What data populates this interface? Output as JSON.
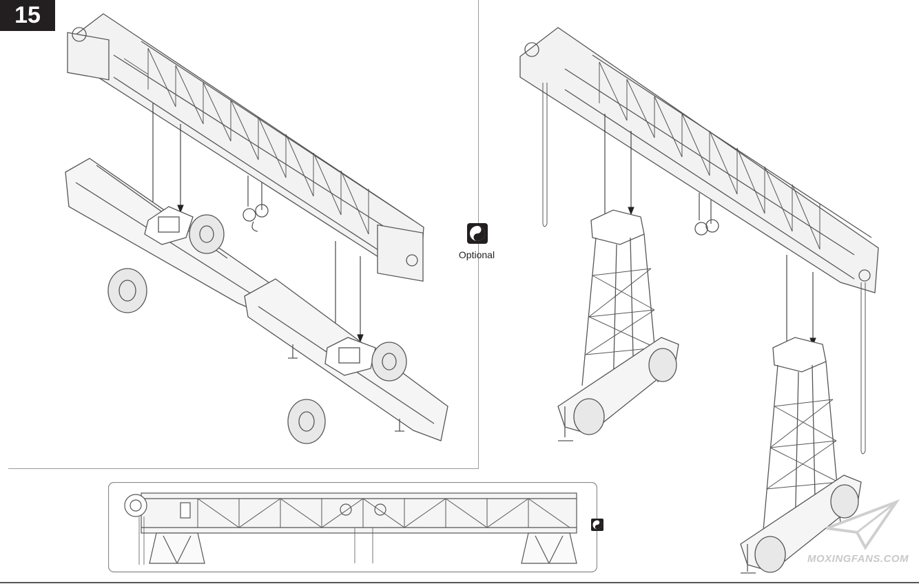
{
  "step": {
    "number": "15"
  },
  "optional": {
    "label": "Optional"
  },
  "watermark": {
    "text": "MOXINGFANS.COM"
  },
  "icons": [
    "optional-symbol-icon",
    "paper-plane-logo-icon"
  ],
  "colors": {
    "ink": "#231f20",
    "line": "#555555",
    "fill": "#f2f2f2",
    "watermark": "#c9c9c9"
  }
}
